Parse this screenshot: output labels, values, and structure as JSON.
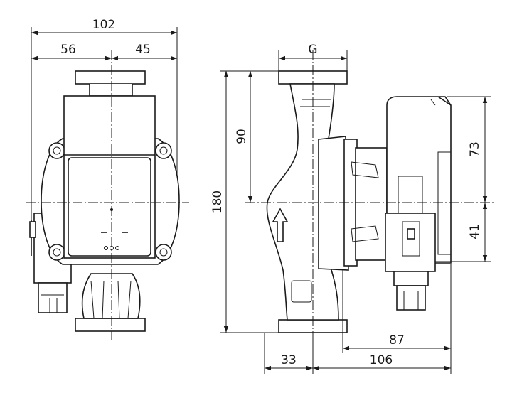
{
  "dimensions": {
    "overall_width": "102",
    "left_of_axis": "56",
    "right_of_axis": "45",
    "thread": "G",
    "overall_height": "180",
    "upper_half": "90",
    "box_top": "73",
    "box_bottom": "41",
    "depth_box": "87",
    "depth_total": "106",
    "flange_offset": "33"
  },
  "colors": {
    "line": "#1a1a1a",
    "background": "#ffffff"
  }
}
